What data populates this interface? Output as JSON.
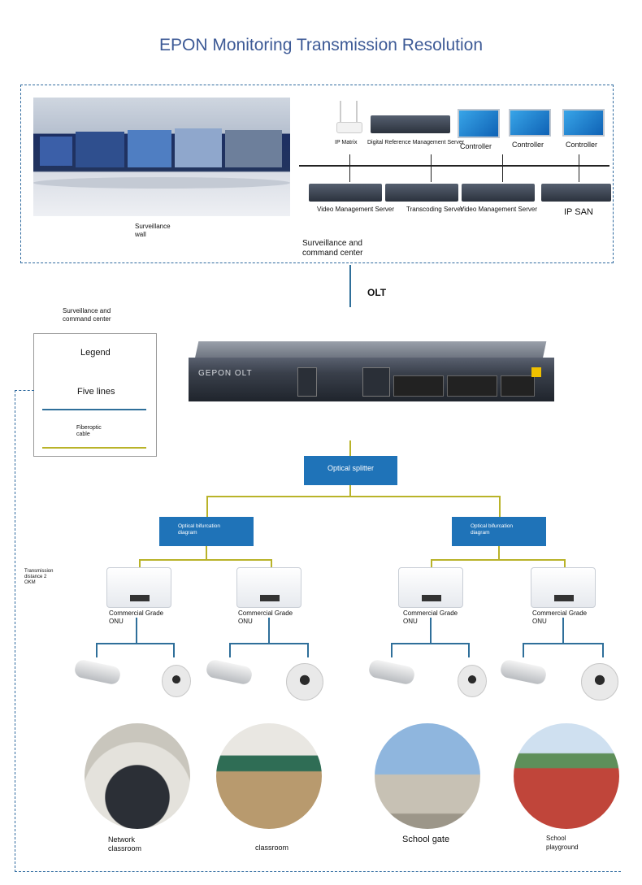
{
  "title": "EPON Monitoring Transmission Resolution",
  "center": {
    "surveillance_wall": "Surveillance\nwall",
    "center_label": "Surveillance and\ncommand center",
    "devices_top": [
      "IP Matrix",
      "Digital Reference Management Server",
      "Controller",
      "Controller",
      "Controller"
    ],
    "devices_bottom": [
      "Video Management Server",
      "Transcoding Server",
      "Video Management Server",
      "IP SAN"
    ]
  },
  "olt_label": "OLT",
  "olt_device_text": "GEPON OLT",
  "legend": {
    "top_caption": "Surveillance and\ncommand center",
    "heading": "Legend",
    "five_lines": "Five lines",
    "fiber": "Fiberoptic\ncable",
    "colors": {
      "five_lines": "#2f6f9a",
      "fiber": "#b9b329"
    }
  },
  "transmission_note": "Transmission\ndistance 2\nOKM",
  "splitter": "Optical splitter",
  "bifurcation": [
    "Optical bifurcation\ndiagram",
    "Optical bifurcation\ndiagram"
  ],
  "onus": [
    "Commercial Grade\nONU",
    "Commercial Grade\nONU",
    "Commercial Grade\nONU",
    "Commercial Grade\nONU"
  ],
  "locations": [
    "Network\nclassroom",
    "classroom",
    "School gate",
    "School\nplayground"
  ],
  "accent": "#1f73b8"
}
